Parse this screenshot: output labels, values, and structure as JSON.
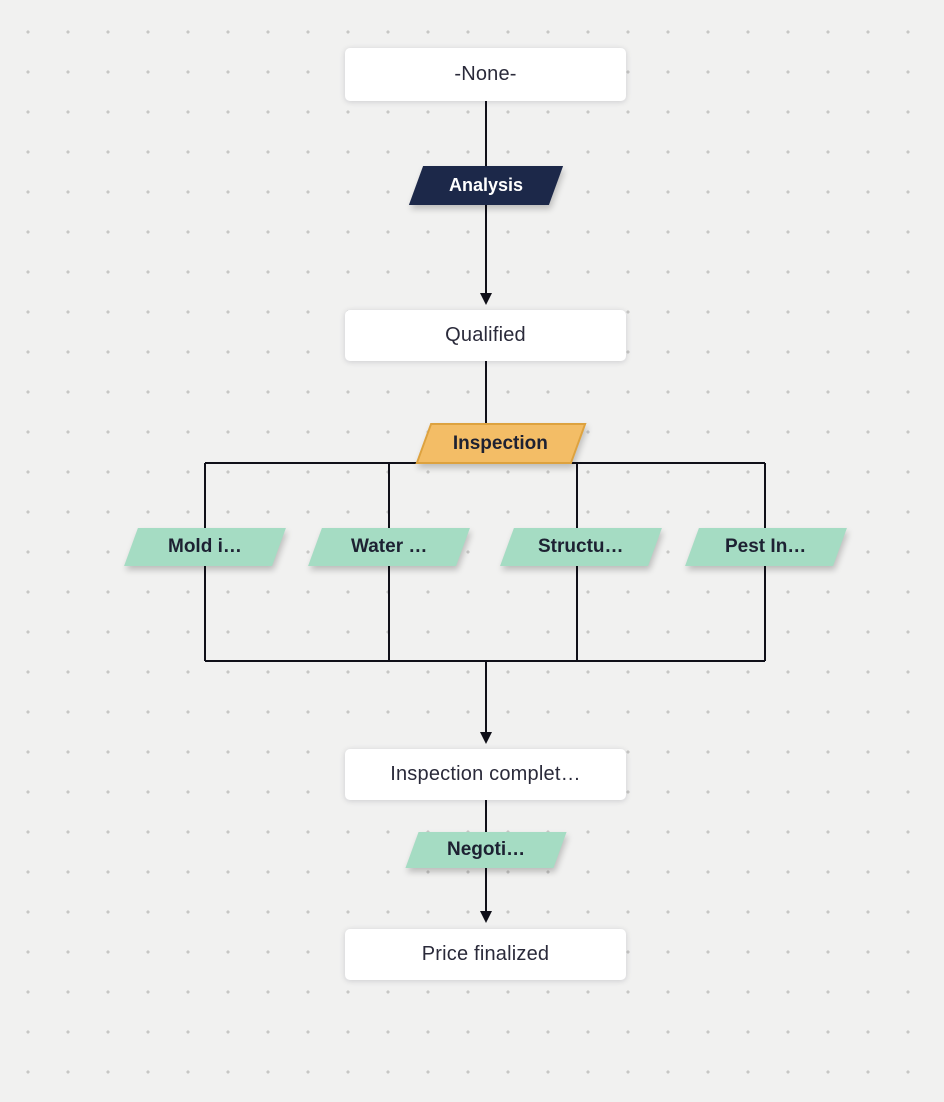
{
  "diagram": {
    "background_color": "#f1f1f0",
    "dot_color": "#c7c7c5",
    "line_color": "#101019",
    "states": [
      {
        "label": "-None-"
      },
      {
        "label": "Qualified"
      },
      {
        "label": "Inspection complet…"
      },
      {
        "label": "Price finalized"
      }
    ],
    "transitions": [
      {
        "label": "Analysis",
        "fill": "#1c2849",
        "text_color": "#ffffff"
      },
      {
        "label": "Inspection",
        "fill": "#f3bd66",
        "border": "#dda23f",
        "text_color": "#1d2132"
      },
      {
        "label": "Mold i…",
        "fill": "#a5dcc3",
        "text_color": "#1d2132"
      },
      {
        "label": "Water …",
        "fill": "#a5dcc3",
        "text_color": "#1d2132"
      },
      {
        "label": "Structu…",
        "fill": "#a5dcc3",
        "text_color": "#1d2132"
      },
      {
        "label": "Pest In…",
        "fill": "#a5dcc3",
        "text_color": "#1d2132"
      },
      {
        "label": "Negoti…",
        "fill": "#a5dcc3",
        "text_color": "#1d2132"
      }
    ]
  }
}
